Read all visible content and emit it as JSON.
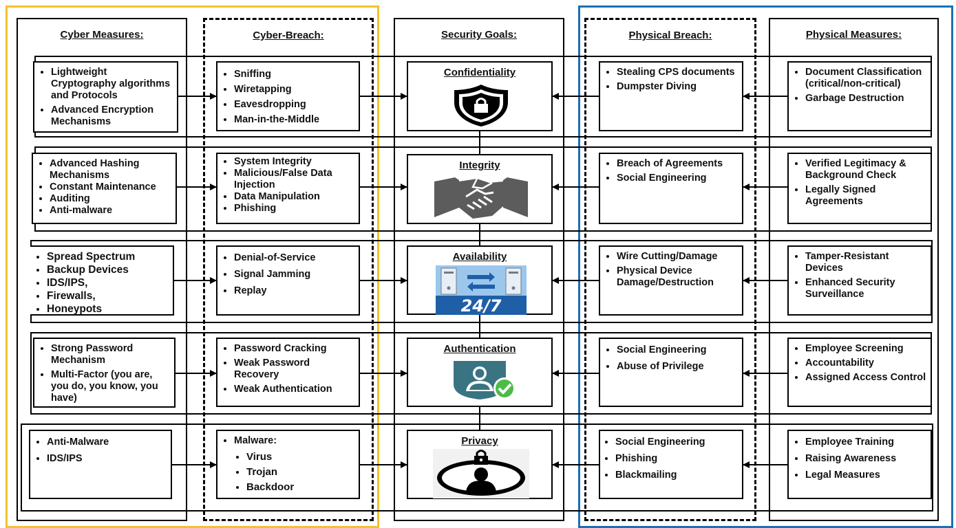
{
  "columns": {
    "cyber_measures": "Cyber Measures:",
    "cyber_breach": "Cyber-Breach:",
    "security_goals": "Security Goals:",
    "physical_breach": "Physical Breach:",
    "physical_measures": "Physical Measures:"
  },
  "colors": {
    "cyber_outline": "#F2C12E",
    "physical_outline": "#1B6FB5"
  },
  "rows": [
    {
      "goal": "Confidentiality",
      "goal_icon": "shield-lock-icon",
      "cyber_measures": [
        "Lightweight Cryptography algorithms and Protocols",
        "Advanced Encryption Mechanisms"
      ],
      "cyber_breach": [
        "Sniffing",
        "Wiretapping",
        "Eavesdropping",
        "Man-in-the-Middle"
      ],
      "physical_breach": [
        "Stealing CPS documents",
        "Dumpster Diving"
      ],
      "physical_measures": [
        "Document Classification (critical/non-critical)",
        "Garbage Destruction"
      ]
    },
    {
      "goal": "Integrity",
      "goal_icon": "handshake-icon",
      "cyber_measures": [
        "Advanced Hashing Mechanisms",
        "Constant Maintenance",
        "Auditing",
        "Anti-malware"
      ],
      "cyber_breach": [
        "System Integrity",
        "Malicious/False Data Injection",
        "Data Manipulation",
        "Phishing"
      ],
      "physical_breach": [
        "Breach of Agreements",
        "Social Engineering"
      ],
      "physical_measures": [
        "Verified Legitimacy & Background Check",
        "Legally Signed Agreements"
      ]
    },
    {
      "goal": "Availability",
      "goal_icon": "servers-24-7-icon",
      "goal_badge": "24/7",
      "cyber_measures": [
        "Spread Spectrum",
        "Backup Devices",
        "IDS/IPS,",
        "Firewalls,",
        "Honeypots"
      ],
      "cyber_breach": [
        "Denial-of-Service",
        "Signal Jamming",
        "Replay"
      ],
      "physical_breach": [
        "Wire Cutting/Damage",
        "Physical Device Damage/Destruction"
      ],
      "physical_measures": [
        "Tamper-Resistant Devices",
        "Enhanced Security Surveillance"
      ]
    },
    {
      "goal": "Authentication",
      "goal_icon": "user-check-icon",
      "cyber_measures": [
        "Strong Password Mechanism",
        "Multi-Factor (you are, you do, you know, you have)"
      ],
      "cyber_breach": [
        "Password Cracking",
        "Weak Password Recovery",
        "Weak Authentication"
      ],
      "physical_breach": [
        "Social Engineering",
        "Abuse of Privilege"
      ],
      "physical_measures": [
        "Employee Screening",
        "Accountability",
        "Assigned Access Control"
      ]
    },
    {
      "goal": "Privacy",
      "goal_icon": "private-user-icon",
      "cyber_measures": [
        "Anti-Malware",
        "IDS/IPS"
      ],
      "cyber_breach_title": "Malware:",
      "cyber_breach": [
        "Virus",
        "Trojan",
        "Backdoor"
      ],
      "physical_breach": [
        "Social Engineering",
        "Phishing",
        "Blackmailing"
      ],
      "physical_measures": [
        "Employee Training",
        "Raising Awareness",
        "Legal Measures"
      ]
    }
  ]
}
